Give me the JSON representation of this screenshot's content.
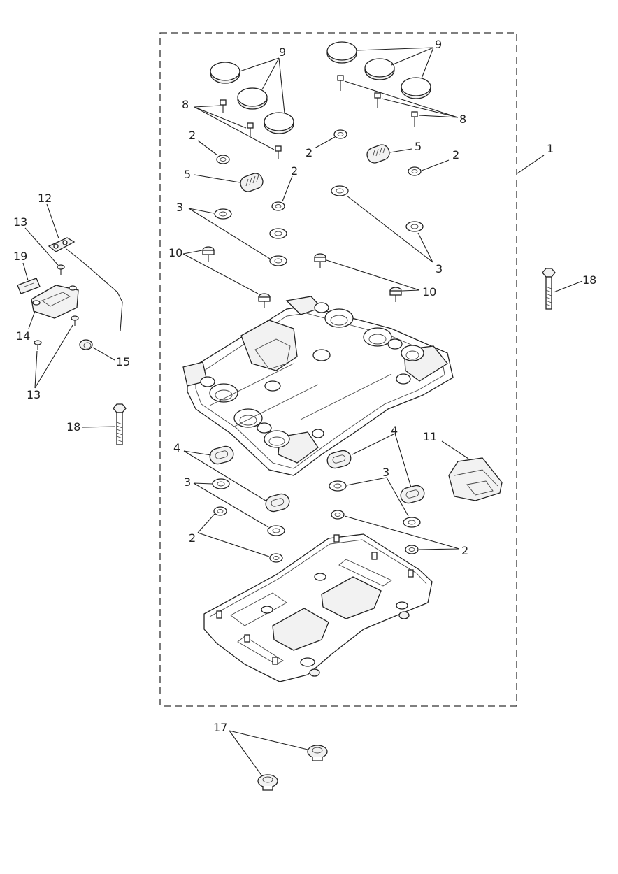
{
  "callouts": {
    "n1": "1",
    "n2": "2",
    "n3": "3",
    "n4": "4",
    "n5": "5",
    "n8": "8",
    "n9": "9",
    "n10": "10",
    "n11": "11",
    "n12": "12",
    "n13": "13",
    "n14": "14",
    "n15": "15",
    "n17": "17",
    "n18": "18",
    "n19": "19"
  }
}
